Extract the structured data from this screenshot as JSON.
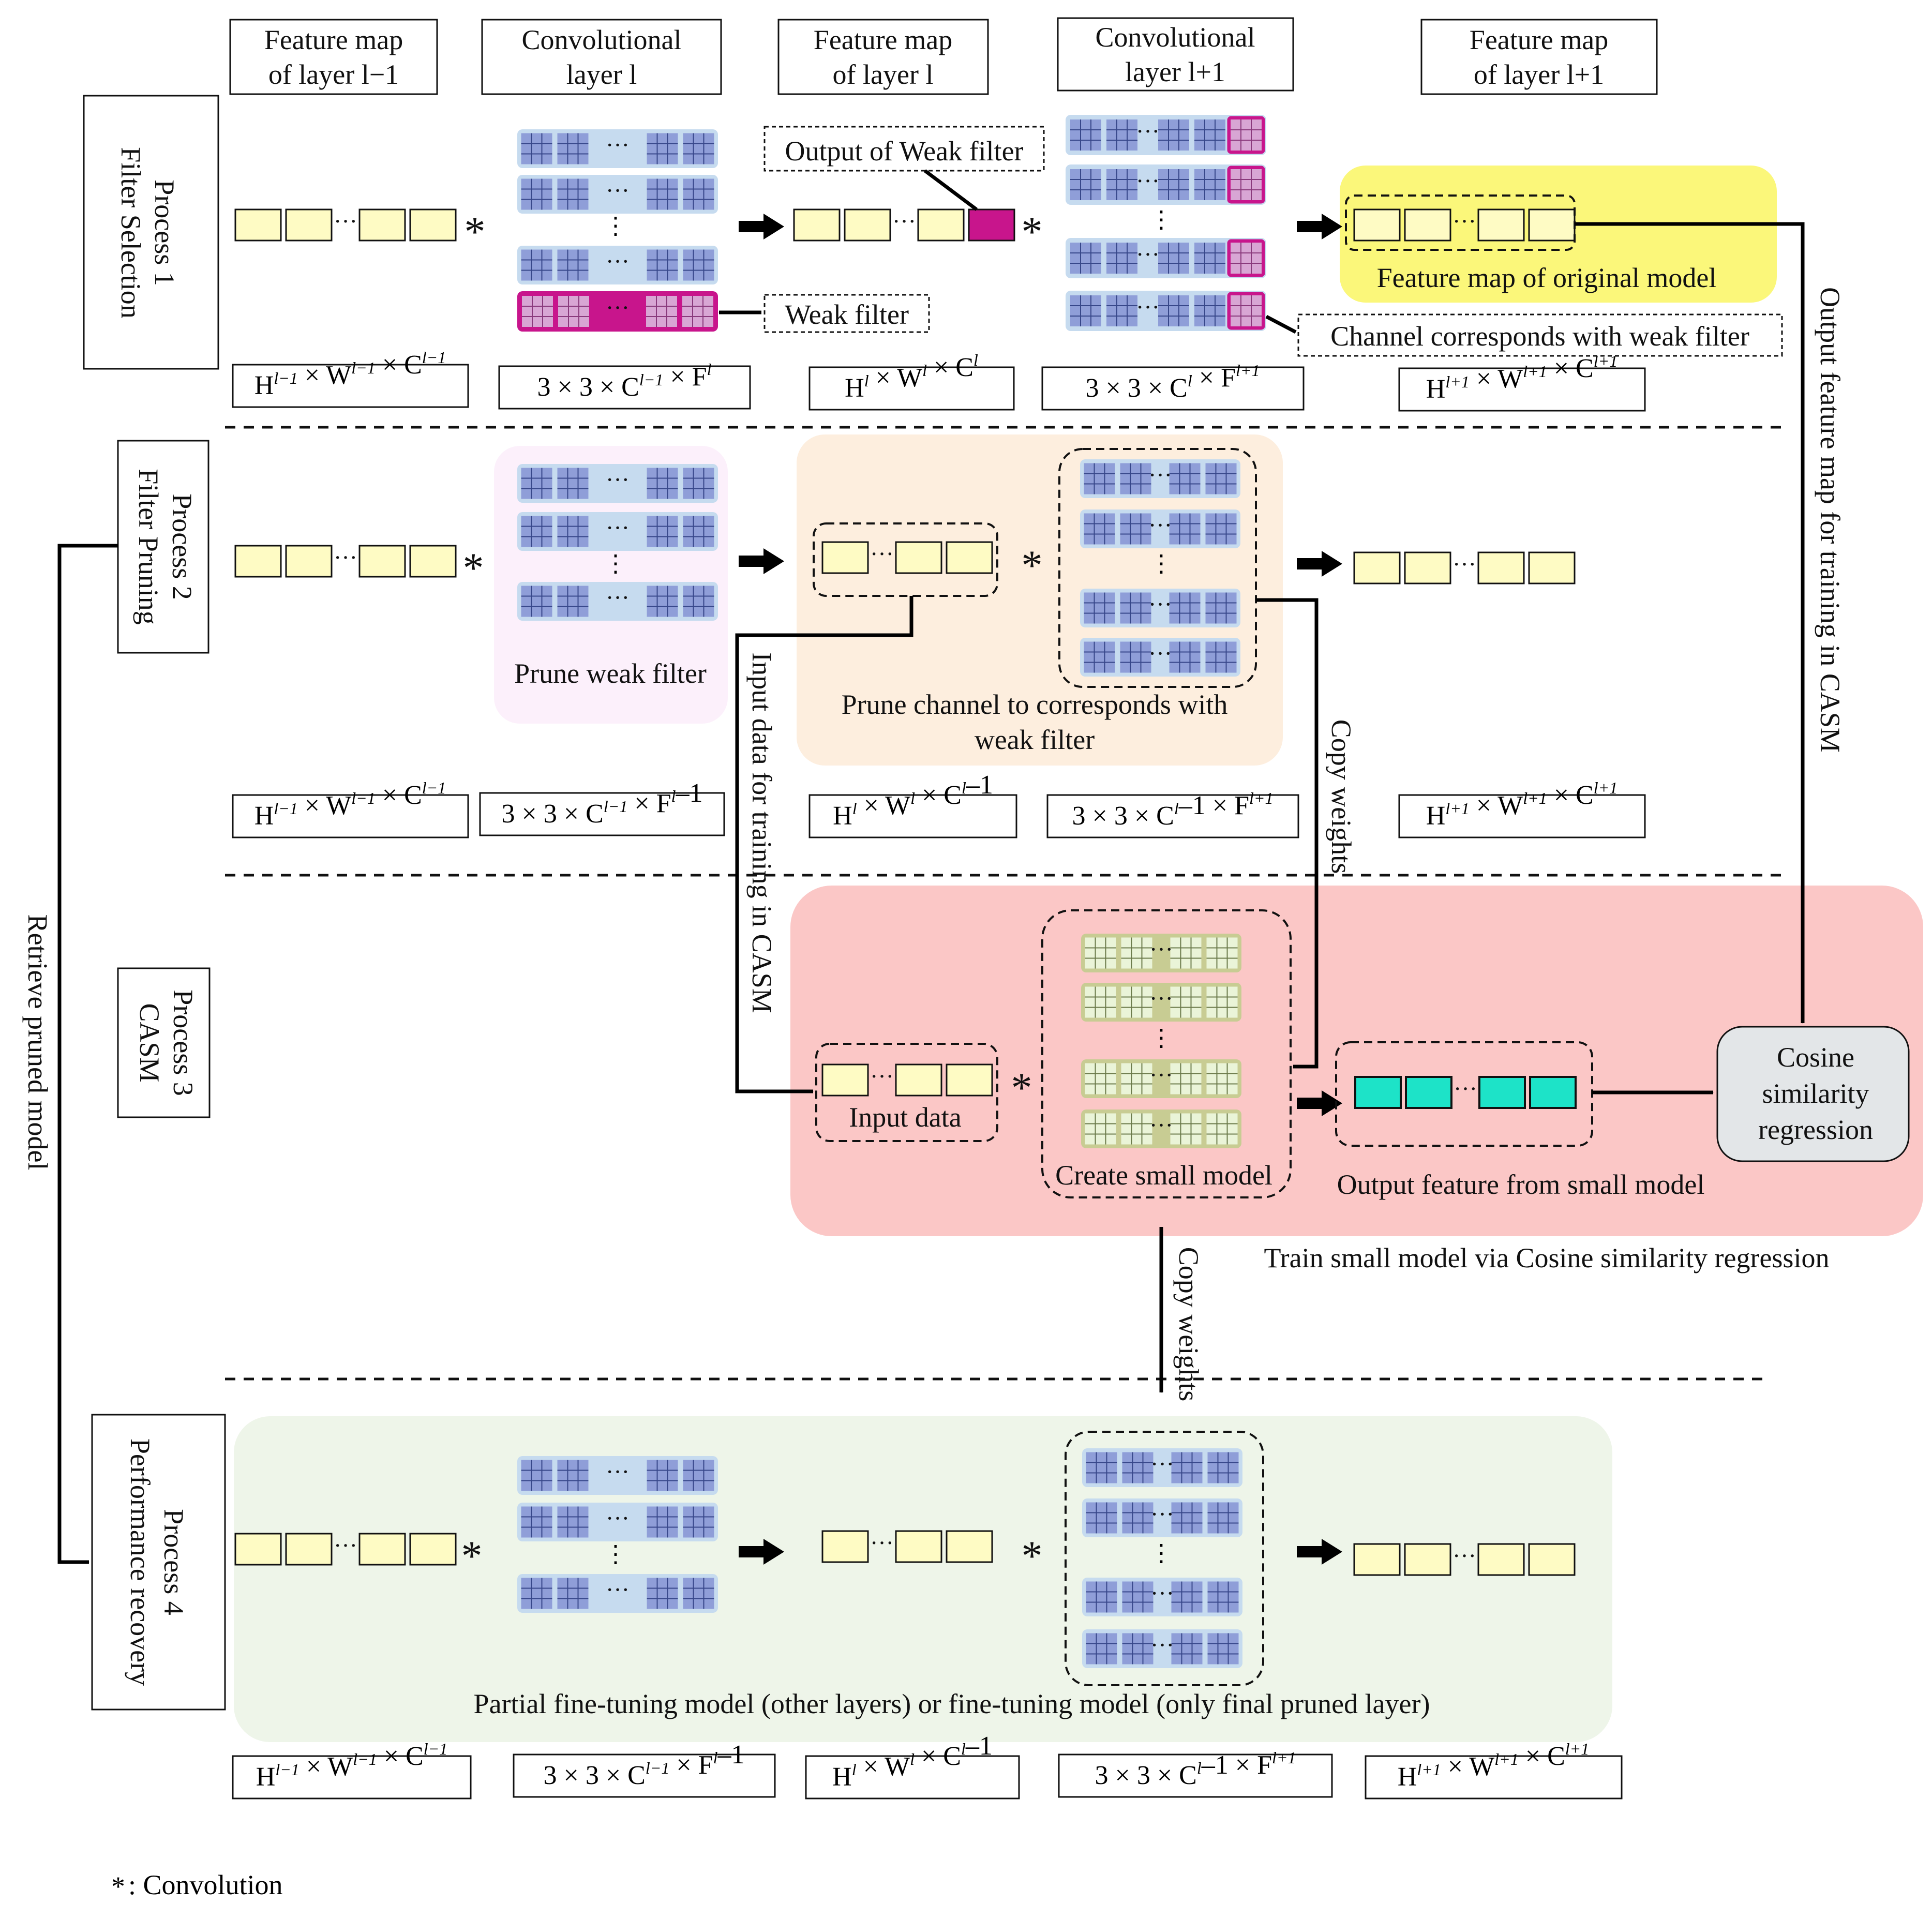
{
  "header": {
    "fm_prev": [
      "Feature map",
      "of layer l−1"
    ],
    "conv_l": [
      "Convolutional",
      "layer l"
    ],
    "fm_l": [
      "Feature map",
      "of layer l"
    ],
    "conv_l1": [
      "Convolutional",
      "layer l+1"
    ],
    "fm_next": [
      "Feature map",
      "of layer l+1"
    ]
  },
  "processes": {
    "p1": [
      "Process 1",
      "Filter Selection"
    ],
    "p2": [
      "Process 2",
      "Filter Pruning"
    ],
    "p3": [
      "Process 3",
      "CASM"
    ],
    "p4": [
      "Process 4",
      "Performance recovery"
    ]
  },
  "callouts": {
    "weak_output": "Output of Weak filter",
    "weak_filter": "Weak filter",
    "channel_weak": "Channel corresponds with weak filter",
    "fm_original": "Feature map of original model"
  },
  "region_labels": {
    "prune_weak": "Prune weak filter",
    "prune_channel": [
      "Prune channel to corresponds with",
      "weak filter"
    ],
    "input_data": "Input data",
    "create_small": "Create small model",
    "output_small": "Output feature from small model",
    "cosine": [
      "Cosine",
      "similarity",
      "regression"
    ],
    "train_small": "Train small model via Cosine similarity regression",
    "partial_ft": "Partial fine-tuning model (other layers) or fine-tuning model (only final pruned layer)"
  },
  "arrows": {
    "retrieve": "Retrieve pruned model",
    "input_casm": "Input data for training in CASM",
    "copy_weights_1": "Copy weights",
    "copy_weights_2": "Copy weights",
    "output_casm": "Output feature map for training in CASM"
  },
  "dims": {
    "row1": [
      {
        "base": "H",
        "sup1": "l−1",
        "mid1": " × W",
        "sup2": "l−1",
        "mid2": " × C",
        "sup3": "l−1",
        "tail": ""
      },
      {
        "base": "3 × 3 × C",
        "sup1": "l−1",
        "mid1": " × F",
        "sup2": "l",
        "mid2": "",
        "sup3": "",
        "tail": ""
      },
      {
        "base": "H",
        "sup1": "l",
        "mid1": " × W",
        "sup2": "l",
        "mid2": " × C",
        "sup3": "l",
        "tail": ""
      },
      {
        "base": "3 × 3 × C",
        "sup1": "l",
        "mid1": " × F",
        "sup2": "l+1",
        "mid2": "",
        "sup3": "",
        "tail": ""
      },
      {
        "base": "H",
        "sup1": "l+1",
        "mid1": " × W",
        "sup2": "l+1",
        "mid2": " × C",
        "sup3": "l+1",
        "tail": ""
      }
    ],
    "row2": [
      {
        "base": "H",
        "sup1": "l−1",
        "mid1": " × W",
        "sup2": "l−1",
        "mid2": " × C",
        "sup3": "l−1",
        "tail": ""
      },
      {
        "base": "3 × 3 × C",
        "sup1": "l−1",
        "mid1": " × F",
        "sup2": "l",
        "mid2": "–1",
        "sup3": "",
        "tail": ""
      },
      {
        "base": "H",
        "sup1": "l",
        "mid1": " × W",
        "sup2": "l",
        "mid2": " × C",
        "sup3": "l",
        "tail": "–1"
      },
      {
        "base": "3 × 3 × C",
        "sup1": "l",
        "mid1": "–1 × F",
        "sup2": "l+1",
        "mid2": "",
        "sup3": "",
        "tail": ""
      },
      {
        "base": "H",
        "sup1": "l+1",
        "mid1": " × W",
        "sup2": "l+1",
        "mid2": " × C",
        "sup3": "l+1",
        "tail": ""
      }
    ],
    "row4": [
      {
        "base": "H",
        "sup1": "l−1",
        "mid1": " × W",
        "sup2": "l−1",
        "mid2": " × C",
        "sup3": "l−1",
        "tail": ""
      },
      {
        "base": "3 × 3 × C",
        "sup1": "l−1",
        "mid1": " × F",
        "sup2": "l",
        "mid2": "–1",
        "sup3": "",
        "tail": ""
      },
      {
        "base": "H",
        "sup1": "l",
        "mid1": " × W",
        "sup2": "l",
        "mid2": " × C",
        "sup3": "l",
        "tail": "–1"
      },
      {
        "base": "3 × 3 × C",
        "sup1": "l",
        "mid1": "–1 × F",
        "sup2": "l+1",
        "mid2": "",
        "sup3": "",
        "tail": ""
      },
      {
        "base": "H",
        "sup1": "l+1",
        "mid1": " × W",
        "sup2": "l+1",
        "mid2": " × C",
        "sup3": "l+1",
        "tail": ""
      }
    ]
  },
  "symbols": {
    "asterisk": "*",
    "dots": "···",
    "vdots": "⋮"
  },
  "legend": [
    "*",
    " : Convolution"
  ],
  "colors": {
    "feature_fill": "#fefbc4",
    "filter_blue": "#8f9ed8",
    "filter_row": "#c6dbef",
    "weak_magenta": "#c8158c",
    "weak_pink": "#d8a6d4",
    "casm_green": "#eaf4d8",
    "casm_green_row": "#c8cc93",
    "teal": "#1de3c8",
    "yellow_bg": "#fbf77a",
    "lavender_bg": "#fcf0fb",
    "peach_bg": "#fdeede",
    "pink_bg": "#fbc7c6",
    "mint_bg": "#eef5e9",
    "cosine_bg": "#e3e6e8"
  }
}
